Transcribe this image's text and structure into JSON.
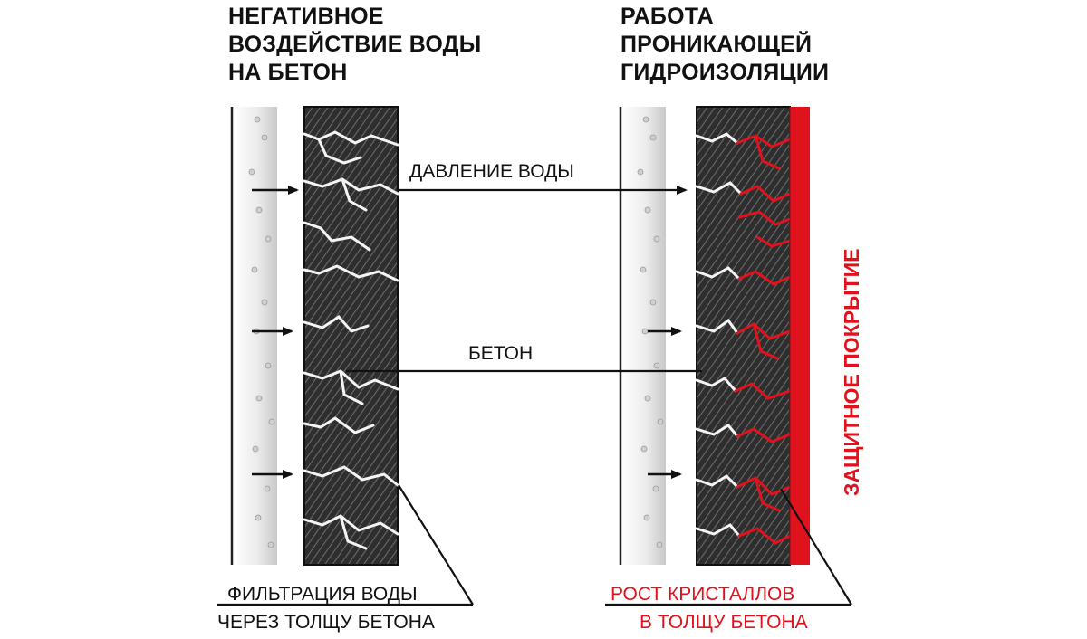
{
  "titles": {
    "left": "НЕГАТИВНОЕ\nВОЗДЕЙСТВИЕ ВОДЫ\nНА БЕТОН",
    "right": "РАБОТА\nПРОНИКАЮЩЕЙ\nГИДРОИЗОЛЯЦИИ"
  },
  "labels": {
    "water_pressure": "ДАВЛЕНИЕ ВОДЫ",
    "concrete": "БЕТОН",
    "filtration_line1": "ФИЛЬТРАЦИЯ ВОДЫ",
    "filtration_line2": "ЧЕРЕЗ ТОЛЩУ БЕТОНА",
    "crystals_line1": "РОСТ КРИСТАЛЛОВ",
    "crystals_line2": "В ТОЛЩУ БЕТОНА",
    "protective_coating": "ЗАЩИТНОЕ ПОКРЫТИЕ"
  },
  "colors": {
    "text": "#111111",
    "accent_red": "#e0121c",
    "concrete_dark": "#2b2b2b",
    "water_panel": "#e6e6e6"
  }
}
